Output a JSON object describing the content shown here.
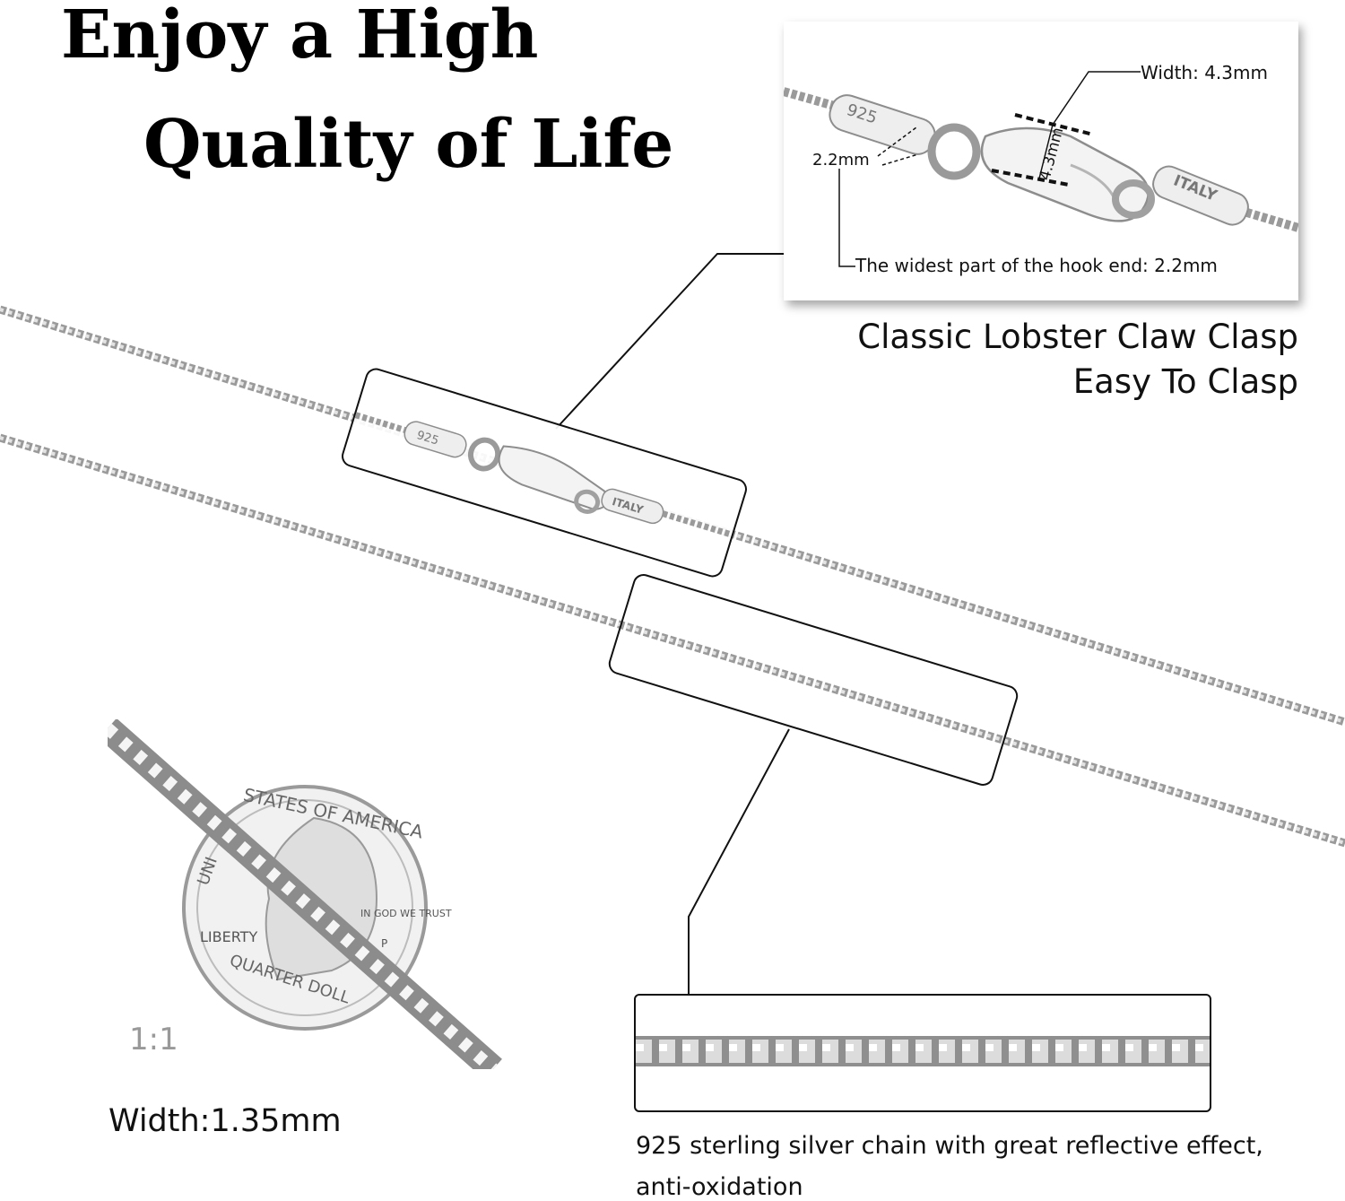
{
  "headline": {
    "line1": "Enjoy a High",
    "line2": "Quality of Life"
  },
  "clasp_panel": {
    "width_label": "Width: 4.3mm",
    "hook_label": "2.2mm",
    "vertical_label": "4.3mm",
    "widest_note": "The widest part of the hook end: 2.2mm",
    "stamp_925": "925",
    "stamp_italy": "ITALY"
  },
  "clasp_caption": {
    "line1": "Classic Lobster Claw Clasp",
    "line2": "Easy To Clasp"
  },
  "callout_clasp": {
    "stamp_925": "925",
    "stamp_italy": "ITALY"
  },
  "coin_panel": {
    "scale_label": "1:1",
    "coin_text_top": "STATES OF AMERICA",
    "coin_text_left": "UNI",
    "coin_liberty": "LIBERTY",
    "coin_motto": "IN GOD WE TRUST",
    "coin_bottom": "QUARTER DOLL",
    "coin_mint": "P"
  },
  "width_caption": "Width:1.35mm",
  "chain_caption": {
    "line1": "925 sterling silver chain with great reflective effect,",
    "line2": "anti-oxidation"
  },
  "colors": {
    "silver": "#c9c9c9",
    "silver_dark": "#8f8f8f",
    "line": "#111111"
  }
}
